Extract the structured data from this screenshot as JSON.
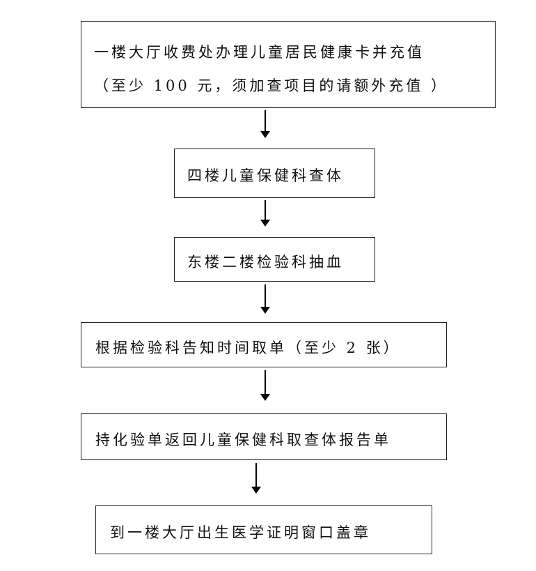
{
  "flowchart": {
    "steps": [
      {
        "line1": "一楼大厅收费处办理儿童居民健康卡并充值",
        "line2": "（至少 100 元，须加查项目的请额外充值 ）"
      },
      {
        "text": "四楼儿童保健科查体"
      },
      {
        "text": "东楼二楼检验科抽血"
      },
      {
        "text": "根据检验科告知时间取单（至少 2 张）"
      },
      {
        "text": "持化验单返回儿童保健科取查体报告单"
      },
      {
        "text": "到一楼大厅出生医学证明窗口盖章"
      }
    ]
  }
}
